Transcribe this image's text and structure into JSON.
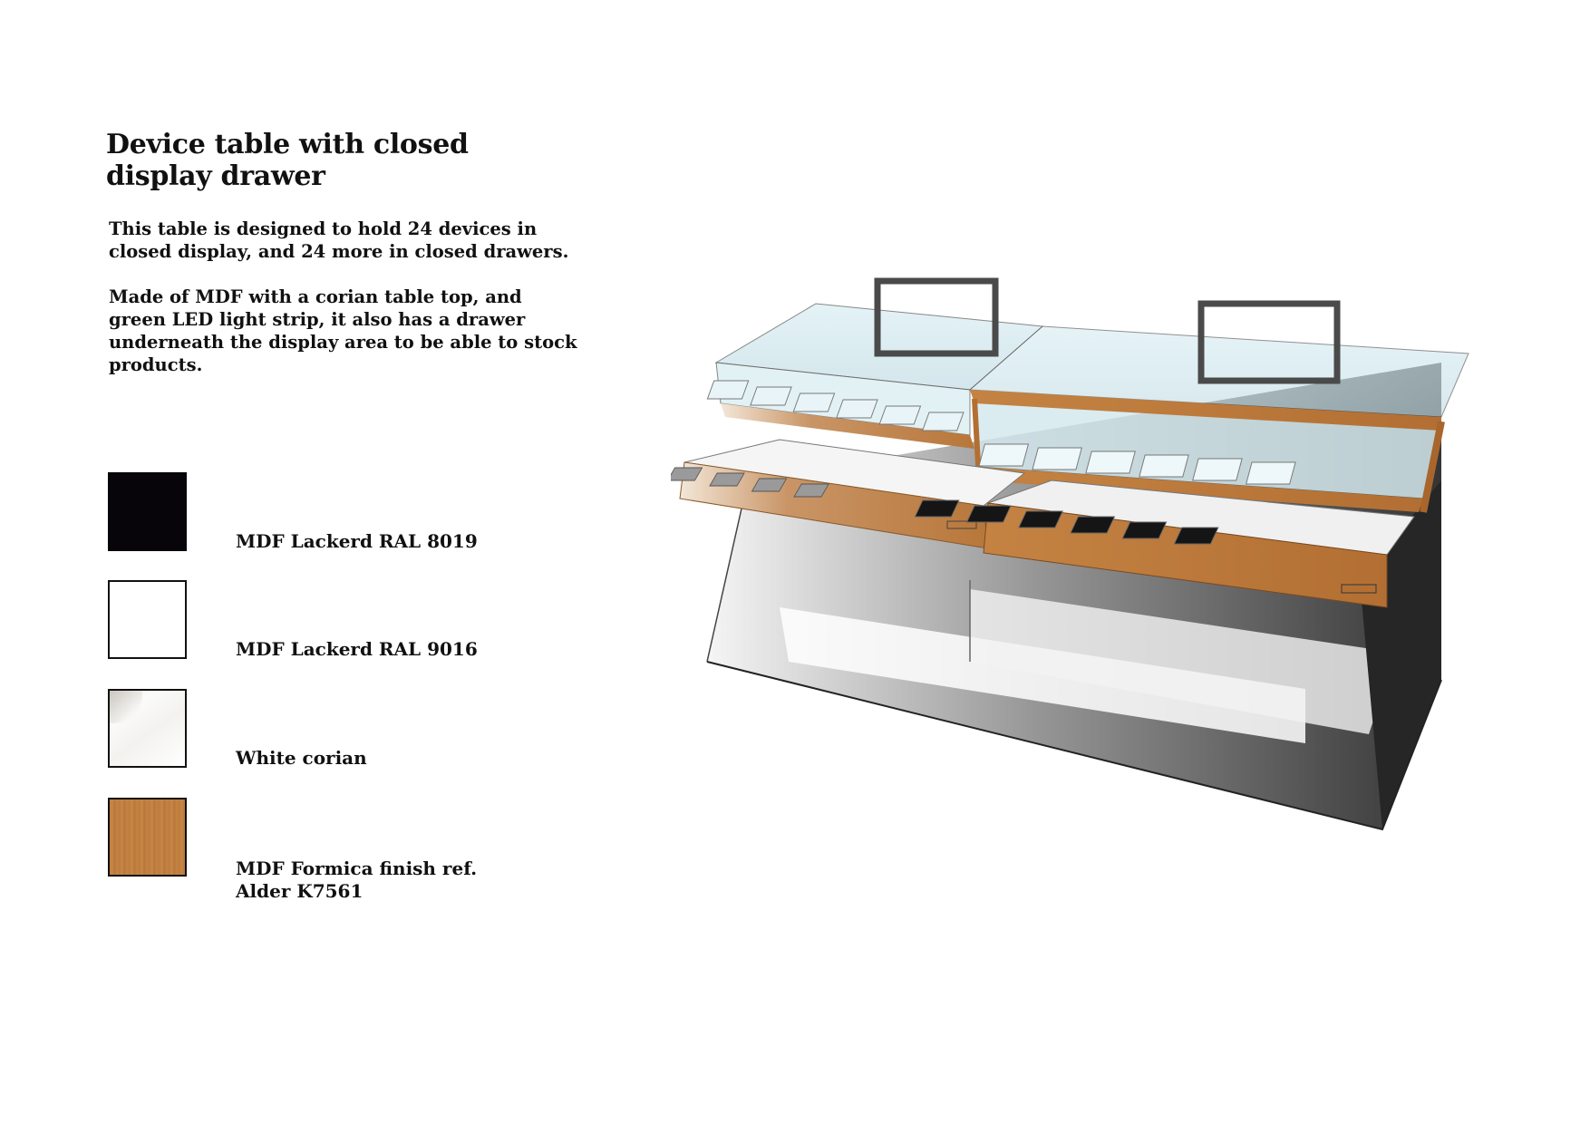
{
  "title": "Device table with closed display drawer",
  "description": [
    "This table is designed to hold 24 devices in closed display, and 24 more in closed drawers.",
    "Made of MDF with a corian table top, and green LED light strip, it also has a drawer underneath the display area to be able to stock products."
  ],
  "materials": [
    {
      "label": "MDF Lackerd RAL 8019",
      "color": "#07050a"
    },
    {
      "label": "MDF Lackerd RAL 9016",
      "color": "#ffffff"
    },
    {
      "label": "White corian",
      "color": "#f3f2ef"
    },
    {
      "label_lines": [
        "MDF Formica finish ref.",
        "Alder K7561"
      ],
      "color": "#c07e3e"
    }
  ],
  "colors": {
    "wood": "#c07e3e",
    "glass": "#bfe0e8",
    "frame": "#4a4a4a",
    "shadow": "#2a2a2a"
  }
}
